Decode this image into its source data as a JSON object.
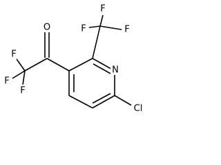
{
  "molecule": {
    "atoms": {
      "o_carbonyl": "O",
      "f_cf3_left_top": "F",
      "f_cf3_left_mid": "F",
      "f_cf3_left_bottom": "F",
      "f_cf3_right_left": "F",
      "f_cf3_right_top": "F",
      "f_cf3_right_right": "F",
      "n_ring": "N",
      "cl": "Cl"
    }
  }
}
